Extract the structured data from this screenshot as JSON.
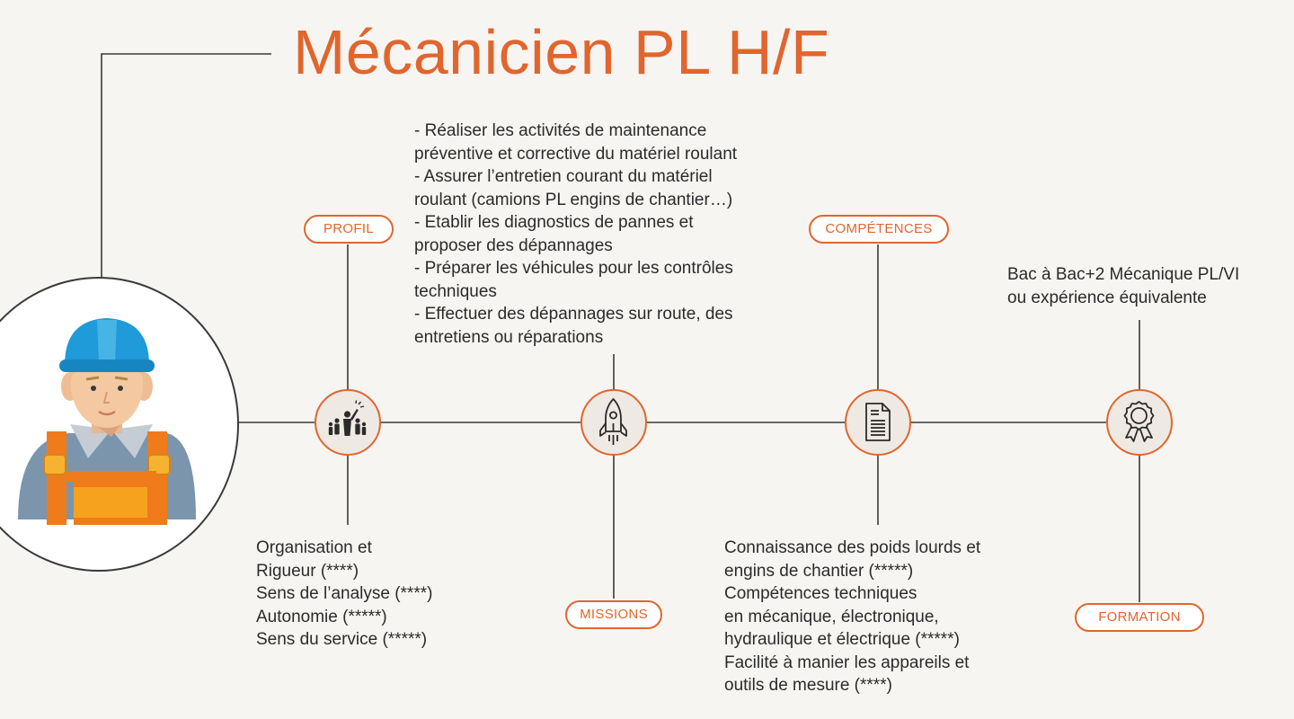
{
  "title": "Mécanicien PL H/F",
  "labels": {
    "profil": "PROFIL",
    "missions": "MISSIONS",
    "competences": "COMPÉTENCES",
    "formation": "FORMATION"
  },
  "missions": [
    " - Réaliser les activités de maintenance",
    "préventive et corrective du matériel roulant",
    " - Assurer l’entretien courant du matériel",
    "roulant (camions PL engins de chantier…)",
    " - Etablir les diagnostics de pannes et",
    "proposer des dépannages",
    " - Préparer les véhicules pour les contrôles",
    "techniques",
    " - Effectuer des dépannages sur route, des",
    "entretiens ou réparations"
  ],
  "profil": [
    "Organisation et",
    "Rigueur (****)",
    "Sens de l’analyse (****)",
    "Autonomie (*****)",
    "Sens du service (*****)"
  ],
  "competences": [
    "Connaissance des poids lourds et",
    "engins de chantier (*****)",
    "Compétences techniques",
    "en mécanique, électronique,",
    "hydraulique et électrique (*****)",
    "Facilité à manier les appareils et",
    "outils de mesure (****)"
  ],
  "formation": [
    "Bac à Bac+2 Mécanique PL/VI",
    "ou expérience équivalente"
  ],
  "icons": {
    "profil": "team-leader-icon",
    "missions": "rocket-icon",
    "competences": "document-icon",
    "formation": "award-ribbon-icon",
    "avatar": "mechanic-avatar"
  },
  "colors": {
    "accent": "#e0662e",
    "line": "#3a3a3a",
    "node_fill": "#efe9e3",
    "background": "#f7f5f2"
  }
}
